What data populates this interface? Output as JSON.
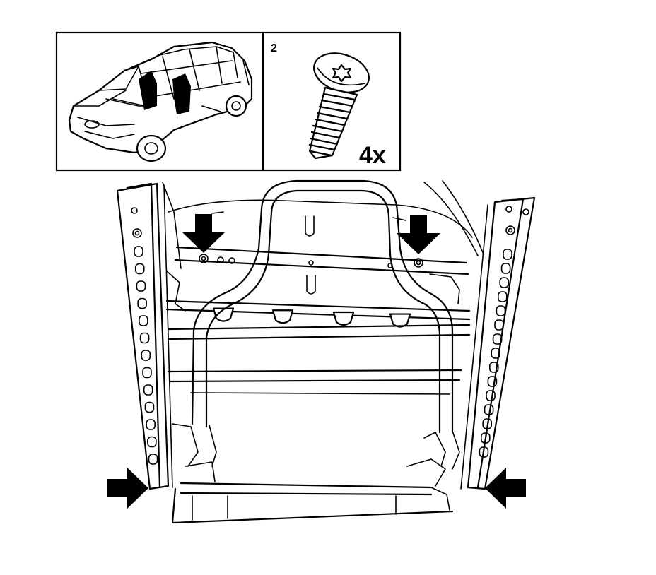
{
  "inset": {
    "panel_number": "2",
    "quantity": "4x",
    "icons": [
      "vehicle-location-icon",
      "torx-screw-icon"
    ]
  },
  "arrows": {
    "count": 4,
    "color": "#000000"
  },
  "colors": {
    "line": "#000000",
    "background": "#ffffff"
  }
}
